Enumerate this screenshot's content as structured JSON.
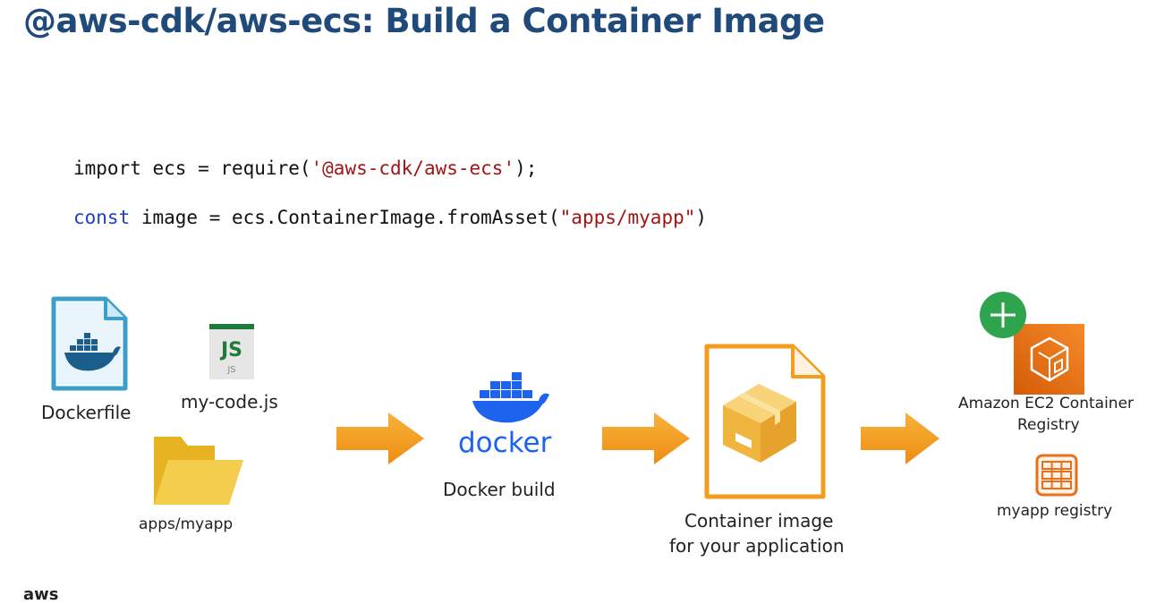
{
  "title": "@aws-cdk/aws-ecs: Build a Container Image",
  "code": {
    "line1_a": "import ecs = require(",
    "line1_str": "'@aws-cdk/aws-ecs'",
    "line1_b": ");",
    "line2_kw": "const",
    "line2_a": " image = ecs.ContainerImage.fromAsset(",
    "line2_str": "\"apps/myapp\"",
    "line2_b": ")"
  },
  "labels": {
    "dockerfile": "Dockerfile",
    "mycode": "my-code.js",
    "appdir": "apps/myapp",
    "docker_build": "Docker build",
    "container_image_1": "Container image",
    "container_image_2": "for your application",
    "ecr_1": "Amazon EC2 Container",
    "ecr_2": "Registry",
    "myapp_registry": "myapp registry"
  },
  "icon_text": {
    "js_big": "JS",
    "js_small": "JS",
    "docker_word": "docker",
    "corner": "aws"
  },
  "colors": {
    "title": "#1f4a7a",
    "keyword": "#1d3fbf",
    "string": "#a31515",
    "arrow": "#f39c1e",
    "docker_blue": "#1d63ed",
    "ecr_orange": "#e8701a",
    "plus_green": "#2ea44f",
    "folder_yellow": "#f2c744"
  }
}
